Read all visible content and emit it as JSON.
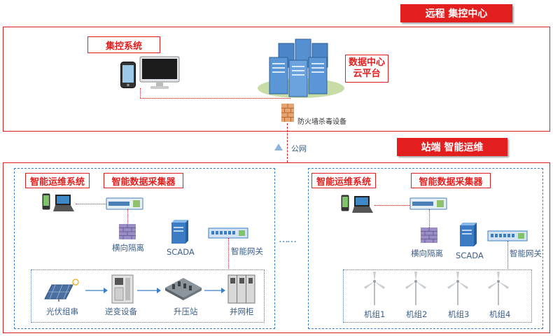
{
  "remote": {
    "tag": "远程 集控中心",
    "central_control_label": "集控系统",
    "datacenter_label": "数据中心\n云平台",
    "firewall_label": "防火墙杀毒设备"
  },
  "network": {
    "public_net_label": "公网"
  },
  "station": {
    "tag": "站端 智能运维",
    "left": {
      "om_system_label": "智能运维系统",
      "collector_label": "智能数据采集器",
      "isolation_label": "横向隔离",
      "scada_label": "SCADA",
      "gateway_label": "智能网关",
      "flow": [
        "光伏组串",
        "逆变设备",
        "升压站",
        "并网柜"
      ]
    },
    "right": {
      "om_system_label": "智能运维系统",
      "collector_label": "智能数据采集器",
      "isolation_label": "横向隔离",
      "scada_label": "SCADA",
      "gateway_label": "智能网关",
      "turbines": [
        "机组1",
        "机组2",
        "机组3",
        "机组4"
      ]
    },
    "ellipsis": "……"
  },
  "colors": {
    "red": "#e31e1e",
    "blue_line": "#3a7ec6",
    "server_blue": "#4a86c8",
    "green_base": "#c8dca8"
  },
  "icons": [
    "phone-icon",
    "monitor-icon",
    "server-cluster-icon",
    "firewall-icon",
    "laptop-icon",
    "collector-icon",
    "scada-server-icon",
    "gateway-switch-icon",
    "solar-panel-icon",
    "inverter-icon",
    "substation-icon",
    "grid-cabinet-icon",
    "wind-turbine-icon"
  ]
}
